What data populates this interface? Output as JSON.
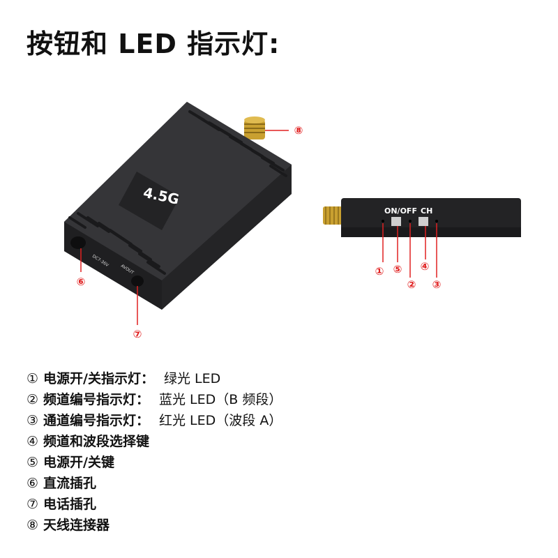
{
  "title": "按钮和 LED 指示灯:",
  "front_device": {
    "model_label": "4.5G",
    "port_labels": [
      "DC7-36V",
      "AVOUT"
    ],
    "callouts": [
      "⑥",
      "⑦",
      "⑧"
    ]
  },
  "side_device": {
    "switch_labels": {
      "power": "ON/OFF",
      "channel": "CH"
    },
    "callouts": [
      "①",
      "⑤",
      "②",
      "④",
      "③"
    ]
  },
  "legend": [
    {
      "num": "①",
      "name": "电源开/关指示灯：",
      "desc": "绿光 LED"
    },
    {
      "num": "②",
      "name": "频道编号指示灯：",
      "desc": "蓝光 LED（B 频段）"
    },
    {
      "num": "③",
      "name": "通道编号指示灯：",
      "desc": "红光 LED（波段 A）"
    },
    {
      "num": "④",
      "name": "频道和波段选择键",
      "desc": ""
    },
    {
      "num": "⑤",
      "name": "电源开/关键",
      "desc": ""
    },
    {
      "num": "⑥",
      "name": "直流插孔",
      "desc": ""
    },
    {
      "num": "⑦",
      "name": "电话插孔",
      "desc": ""
    },
    {
      "num": "⑧",
      "name": "天线连接器",
      "desc": ""
    }
  ],
  "colors": {
    "callout": "#e02020",
    "device_body": "#2b2b2d",
    "antenna_gold": "#c9a030"
  }
}
